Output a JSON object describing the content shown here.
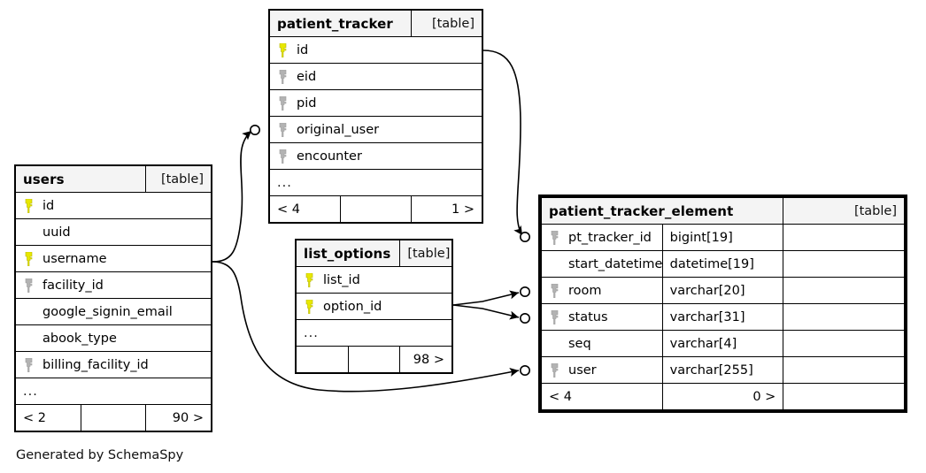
{
  "diagram": {
    "caption": "Generated by SchemaSpy",
    "table_tag": "[table]",
    "ellipsis": "...",
    "colors": {
      "primary_key": "#e8e800",
      "foreign_key": "#b3b3b3",
      "header_bg": "#f4f4f4",
      "border": "#000000",
      "background": "#ffffff"
    }
  },
  "tables": {
    "patient_tracker": {
      "name": "patient_tracker",
      "tag": "[table]",
      "columns": [
        {
          "name": "id",
          "key": "primary"
        },
        {
          "name": "eid",
          "key": "foreign"
        },
        {
          "name": "pid",
          "key": "foreign"
        },
        {
          "name": "original_user",
          "key": "foreign"
        },
        {
          "name": "encounter",
          "key": "foreign"
        }
      ],
      "more": "...",
      "footer": {
        "left": "< 4",
        "middle": "",
        "right": "1 >"
      }
    },
    "users": {
      "name": "users",
      "tag": "[table]",
      "columns": [
        {
          "name": "id",
          "key": "primary"
        },
        {
          "name": "uuid",
          "key": "none"
        },
        {
          "name": "username",
          "key": "primary"
        },
        {
          "name": "facility_id",
          "key": "foreign"
        },
        {
          "name": "google_signin_email",
          "key": "none"
        },
        {
          "name": "abook_type",
          "key": "none"
        },
        {
          "name": "billing_facility_id",
          "key": "foreign"
        }
      ],
      "more": "...",
      "footer": {
        "left": "< 2",
        "middle": "",
        "right": "90 >"
      }
    },
    "list_options": {
      "name": "list_options",
      "tag": "[table]",
      "columns": [
        {
          "name": "list_id",
          "key": "primary"
        },
        {
          "name": "option_id",
          "key": "primary"
        }
      ],
      "more": "...",
      "footer": {
        "left": "",
        "middle": "",
        "right": "98 >"
      }
    },
    "patient_tracker_element": {
      "name": "patient_tracker_element",
      "tag": "[table]",
      "focus": true,
      "columns": [
        {
          "name": "pt_tracker_id",
          "key": "foreign",
          "type": "bigint[19]"
        },
        {
          "name": "start_datetime",
          "key": "none",
          "type": "datetime[19]"
        },
        {
          "name": "room",
          "key": "foreign",
          "type": "varchar[20]"
        },
        {
          "name": "status",
          "key": "foreign",
          "type": "varchar[31]"
        },
        {
          "name": "seq",
          "key": "none",
          "type": "varchar[4]"
        },
        {
          "name": "user",
          "key": "foreign",
          "type": "varchar[255]"
        }
      ],
      "footer": {
        "left": "< 4",
        "middle": "",
        "right": "0 >"
      }
    }
  },
  "relationships": [
    {
      "from": "users.username",
      "to": "patient_tracker.original_user",
      "notation": "crows-foot-optional"
    },
    {
      "from": "patient_tracker.id",
      "to": "patient_tracker_element.pt_tracker_id",
      "notation": "crows-foot-optional"
    },
    {
      "from": "list_options.option_id",
      "to": "patient_tracker_element.room",
      "notation": "crows-foot-optional"
    },
    {
      "from": "list_options.option_id",
      "to": "patient_tracker_element.status",
      "notation": "crows-foot-optional"
    },
    {
      "from": "users.username",
      "to": "patient_tracker_element.user",
      "notation": "crows-foot-optional"
    }
  ]
}
